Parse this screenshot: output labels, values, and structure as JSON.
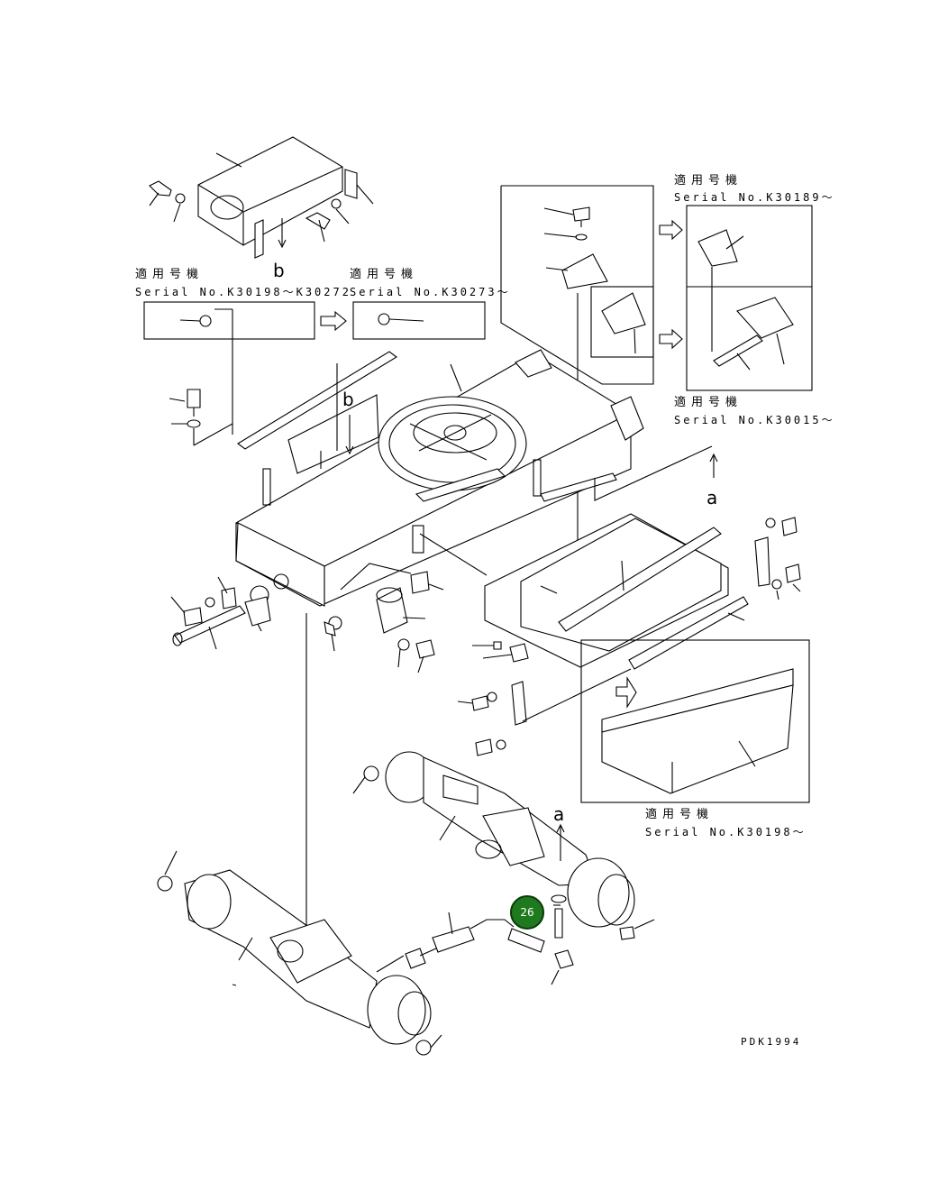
{
  "applicability_notes": [
    {
      "id": "b-left",
      "jp": "適用号機",
      "serial": "Serial No.K30198～K30272"
    },
    {
      "id": "b-right",
      "jp": "適用号機",
      "serial": "Serial No.K30273～"
    },
    {
      "id": "top-right",
      "jp": "適用号機",
      "serial": "Serial No.K30189～"
    },
    {
      "id": "mid-right",
      "jp": "適用号機",
      "serial": "Serial No.K30015～"
    },
    {
      "id": "bottom-right",
      "jp": "適用号機",
      "serial": "Serial No.K30198～"
    }
  ],
  "reference_letters": {
    "b_top": "b",
    "b_frame": "b",
    "a_top": "a",
    "a_axle": "a"
  },
  "callout": {
    "number": "26",
    "color": "#1f7a1f"
  },
  "drawing_code": "PDK1994",
  "line_color": "#000000"
}
